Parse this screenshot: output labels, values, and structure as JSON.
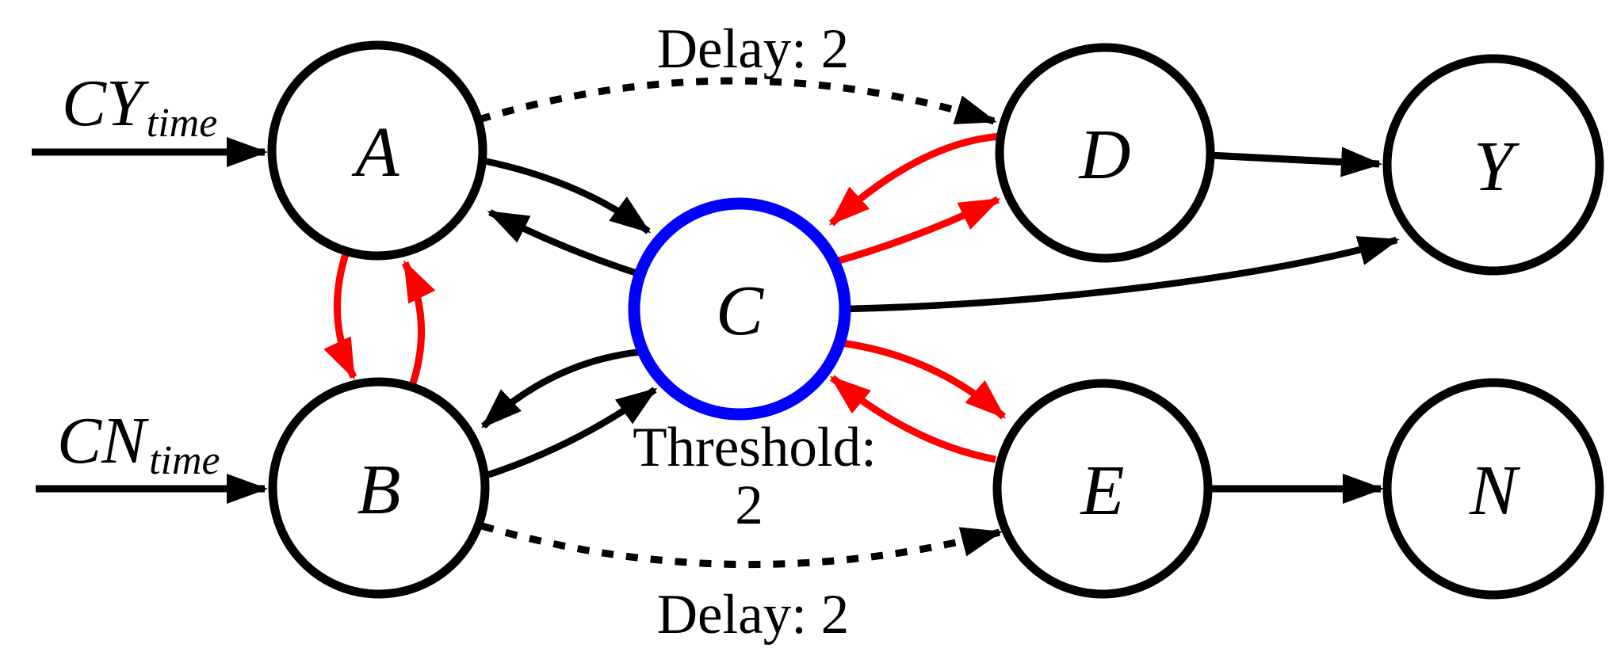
{
  "diagram": {
    "title": "temporal causal graph",
    "colors": {
      "background": "#ffffff",
      "node_stroke": "#000000",
      "highlighted_node_stroke": "#0000ff",
      "edge": "#000000",
      "feedback_edge": "#ff0000"
    },
    "nodes": {
      "a": {
        "label": "A"
      },
      "b": {
        "label": "B"
      },
      "c": {
        "label": "C",
        "highlighted": true
      },
      "d": {
        "label": "D"
      },
      "e": {
        "label": "E"
      },
      "y": {
        "label": "Y"
      },
      "n": {
        "label": "N"
      }
    },
    "inputs": {
      "cy": {
        "base": "CY",
        "sub": "time",
        "target": "A"
      },
      "cn": {
        "base": "CN",
        "sub": "time",
        "target": "B"
      }
    },
    "labels": {
      "delay_top": "Delay: 2",
      "delay_bottom": "Delay: 2",
      "threshold_line1": "Threshold:",
      "threshold_line2": "2"
    },
    "edges": [
      {
        "from": "CY_time",
        "to": "A",
        "style": "solid",
        "color": "black"
      },
      {
        "from": "CN_time",
        "to": "B",
        "style": "solid",
        "color": "black"
      },
      {
        "from": "A",
        "to": "D",
        "style": "dashed",
        "color": "black",
        "label": "Delay: 2"
      },
      {
        "from": "B",
        "to": "E",
        "style": "dashed",
        "color": "black",
        "label": "Delay: 2"
      },
      {
        "from": "A",
        "to": "C",
        "style": "solid",
        "color": "black"
      },
      {
        "from": "C",
        "to": "A",
        "style": "solid",
        "color": "black"
      },
      {
        "from": "B",
        "to": "C",
        "style": "solid",
        "color": "black"
      },
      {
        "from": "C",
        "to": "B",
        "style": "solid",
        "color": "black"
      },
      {
        "from": "A",
        "to": "B",
        "style": "solid",
        "color": "red"
      },
      {
        "from": "B",
        "to": "A",
        "style": "solid",
        "color": "red"
      },
      {
        "from": "C",
        "to": "D",
        "style": "solid",
        "color": "red"
      },
      {
        "from": "D",
        "to": "C",
        "style": "solid",
        "color": "red"
      },
      {
        "from": "C",
        "to": "E",
        "style": "solid",
        "color": "red"
      },
      {
        "from": "E",
        "to": "C",
        "style": "solid",
        "color": "red"
      },
      {
        "from": "C",
        "to": "Y",
        "style": "solid",
        "color": "black"
      },
      {
        "from": "D",
        "to": "Y",
        "style": "solid",
        "color": "black"
      },
      {
        "from": "E",
        "to": "N",
        "style": "solid",
        "color": "black"
      }
    ]
  }
}
